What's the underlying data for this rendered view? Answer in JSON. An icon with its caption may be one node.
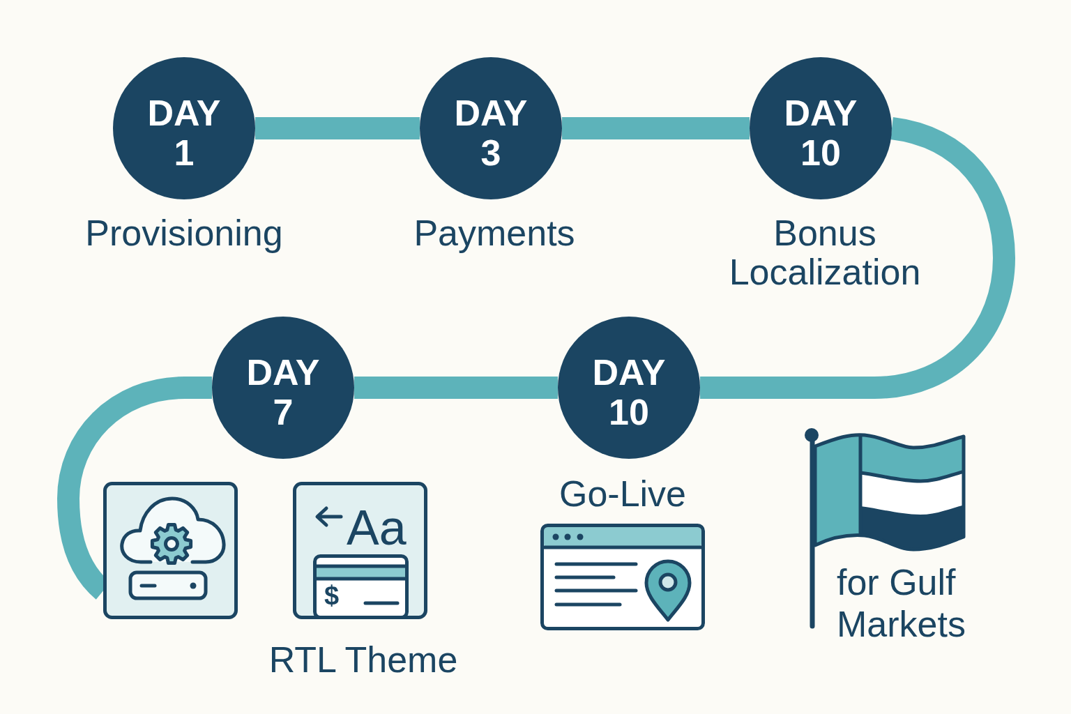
{
  "diagram": {
    "nodes": [
      {
        "text": [
          "DAY 1"
        ],
        "beside": [
          "Provisioning"
        ]
      },
      {
        "text": [
          "DAY 3"
        ],
        "beside": [
          "Payments"
        ]
      },
      {
        "text": [
          "DAY 10"
        ],
        "beside": [
          "Bonus Localization"
        ]
      },
      {
        "text": [
          "DAY 7"
        ]
      },
      {
        "text": [
          "DAY 10"
        ],
        "beside": [
          "Go-Live"
        ]
      },
      {
        "text": [],
        "shape": "picture"
      }
    ],
    "edges": [
      {
        "from": 0,
        "to": 1,
        "arrow": "none"
      },
      {
        "from": 1,
        "to": 2,
        "arrow": "none"
      },
      {
        "from": 2,
        "to": 4,
        "arrow": "none"
      },
      {
        "from": 4,
        "to": 3,
        "arrow": "none"
      },
      {
        "from": 3,
        "to": 5,
        "arrow": "none"
      }
    ],
    "labels": [
      "Aa",
      "$",
      "RTL Theme",
      "for Gulf Markets"
    ]
  }
}
